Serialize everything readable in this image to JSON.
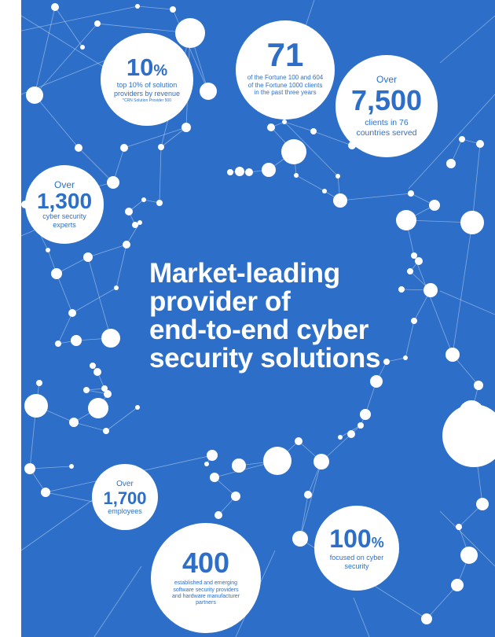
{
  "headline": {
    "lines": [
      "Market-leading",
      "provider of",
      "end-to-end cyber",
      "security solutions"
    ]
  },
  "stats": {
    "revenue": {
      "value": "10",
      "unit": "%",
      "description": "top 10% of solution providers by revenue",
      "footnote": "*CRN Solution Provider 500"
    },
    "fortune": {
      "value": "71",
      "description": "of the Fortune 100 and 604 of the Fortune 1000 clients in the past three years"
    },
    "clients": {
      "prefix": "Over",
      "value": "7,500",
      "description": "clients in 76 countries served"
    },
    "experts": {
      "prefix": "Over",
      "value": "1,300",
      "description": "cyber security experts"
    },
    "employees": {
      "prefix": "Over",
      "value": "1,700",
      "description": "employees"
    },
    "partners": {
      "value": "400",
      "description": "established and emerging software security providers and hardware manufacturer partners"
    },
    "focus": {
      "value": "100",
      "unit": "%",
      "description": "focused on cyber security"
    }
  },
  "colors": {
    "background": "#2d6fc8",
    "node": "#ffffff",
    "text_on_node": "#2d6fc8"
  }
}
